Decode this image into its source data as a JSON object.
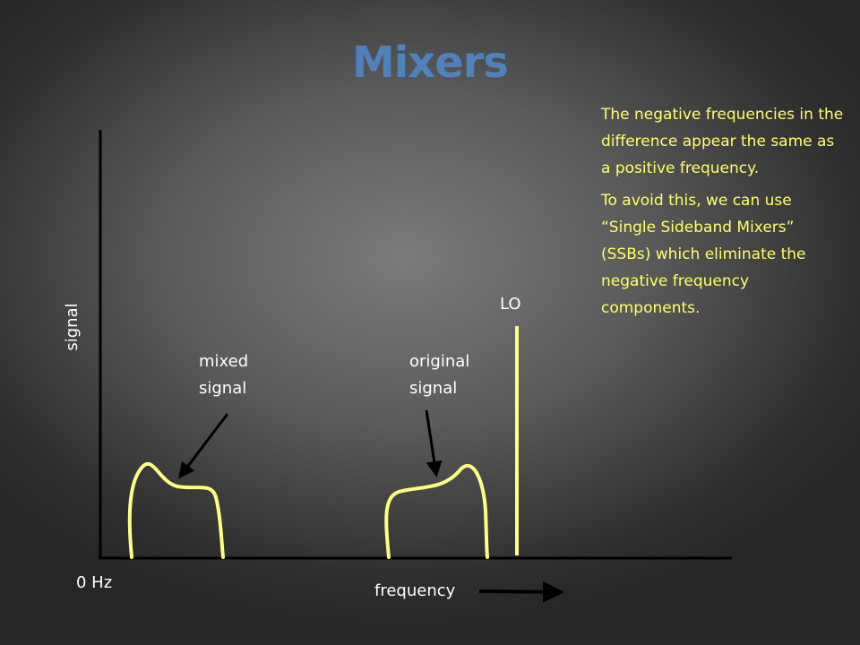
{
  "title": "Mixers",
  "note": {
    "para1": "The negative frequencies in the difference appear the same as a positive frequency.",
    "para2": "To avoid this, we can use “Single Sideband Mixers” (SSBs) which eliminate the negative frequency components."
  },
  "labels": {
    "y_axis": "signal",
    "x_axis": "frequency",
    "origin": "0 Hz",
    "lo": "LO",
    "mixed_line1": "mixed",
    "mixed_line2": "signal",
    "original_line1": "original",
    "original_line2": "signal"
  },
  "colors": {
    "title": "#4f81bd",
    "note_text": "#ffff66",
    "signal_curve": "#ffff80",
    "axis": "#000000",
    "label_text": "#ffffff"
  }
}
